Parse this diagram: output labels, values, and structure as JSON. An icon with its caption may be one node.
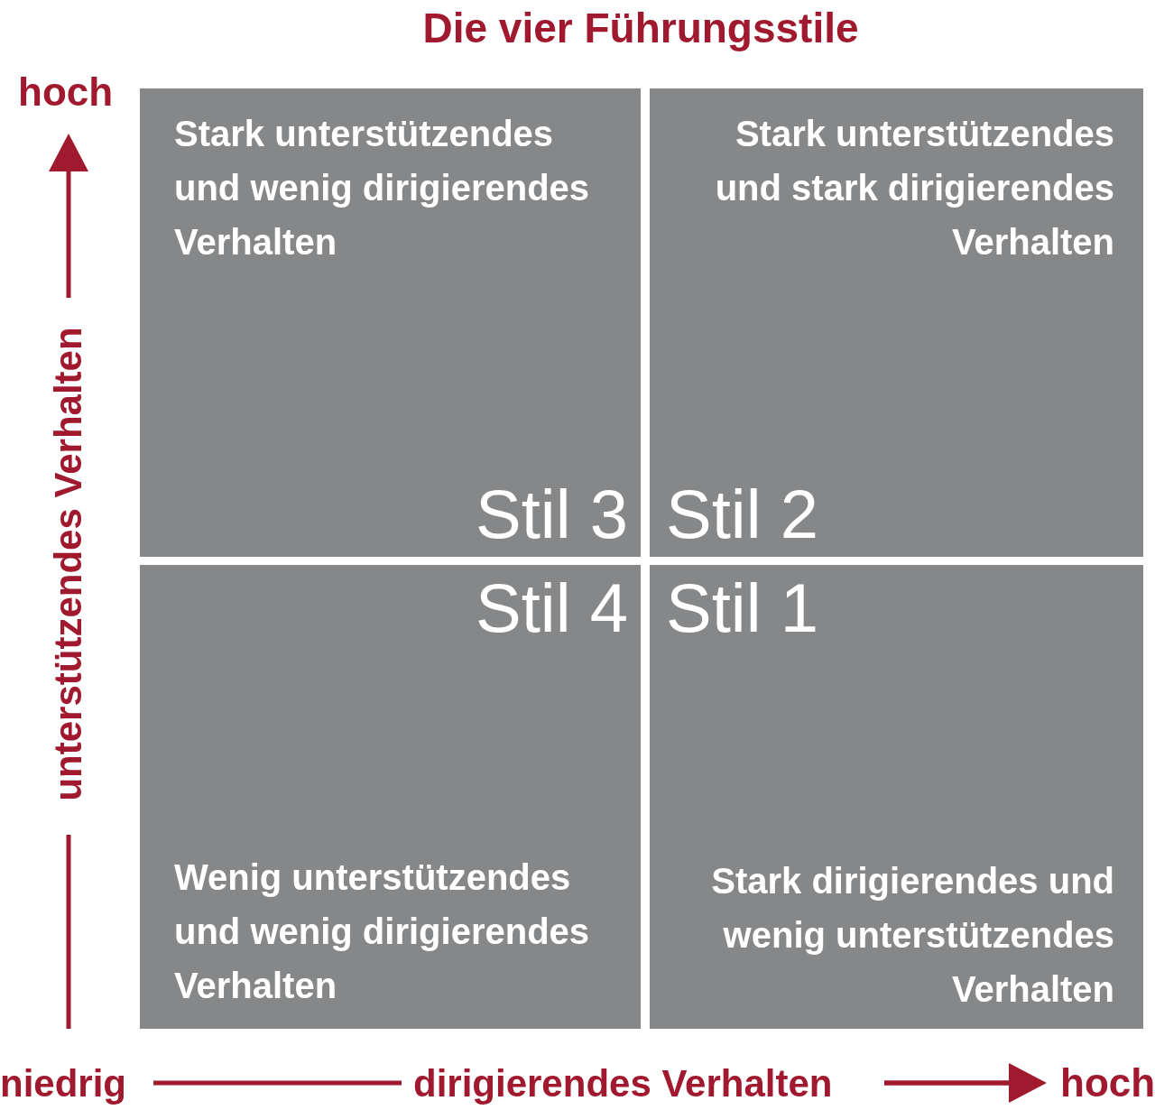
{
  "diagram": {
    "title": "Die vier Führungsstile",
    "nodes": [
      {
        "text": [
          "Stark unterstützendes und wenig dirigierendes Verhalten",
          "Stil 3"
        ]
      },
      {
        "text": [
          "Stark unterstützendes und stark dirigierendes Verhalten",
          "Stil 2"
        ]
      },
      {
        "text": [
          "Stil 4",
          "Wenig unterstützendes und wenig dirigierendes Verhalten"
        ]
      },
      {
        "text": [
          "Stil 1",
          "Stark dirigierendes und wenig unterstützendes Verhalten"
        ]
      }
    ],
    "edges": [],
    "labels": [
      "hoch",
      "unterstützendes Verhalten",
      "niedrig",
      "dirigierendes Verhalten",
      "hoch"
    ]
  }
}
